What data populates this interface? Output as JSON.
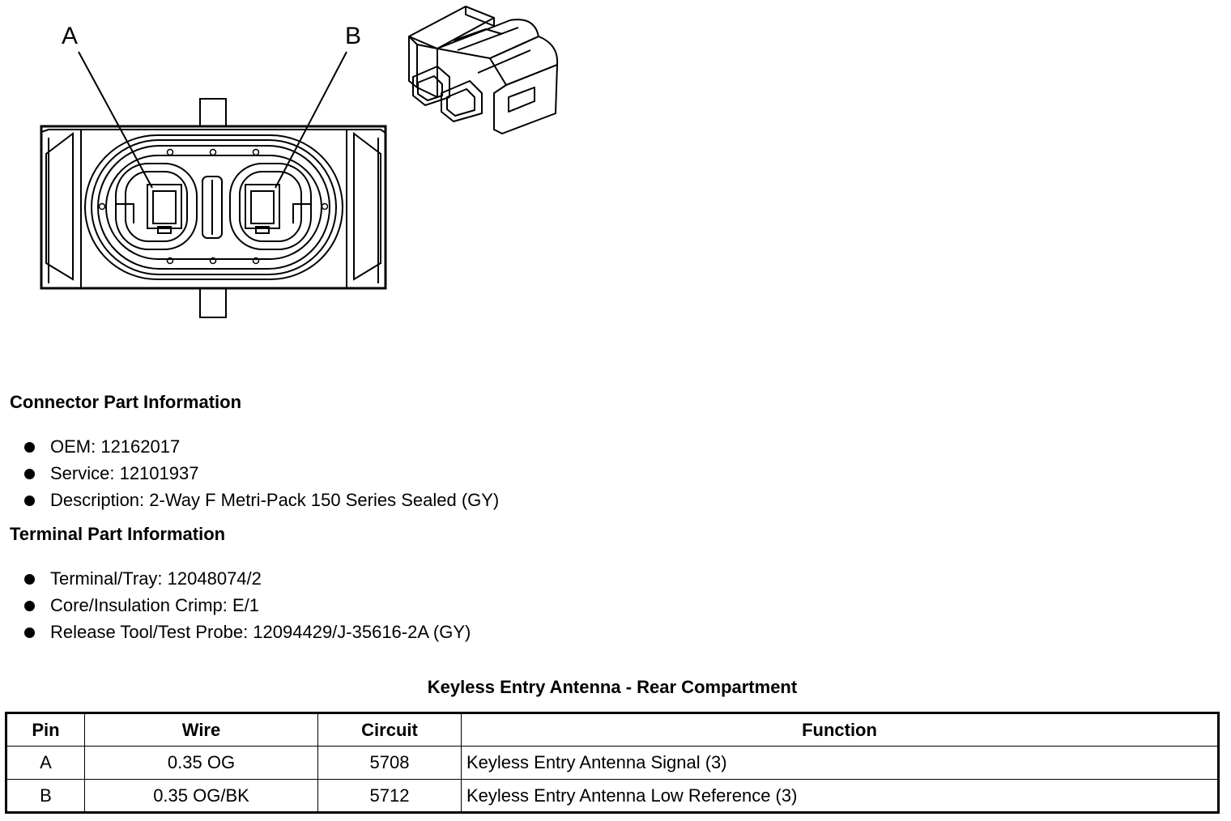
{
  "diagram": {
    "pin_labels": [
      "A",
      "B"
    ]
  },
  "connector_info": {
    "heading": "Connector Part Information",
    "items": [
      "OEM: 12162017",
      "Service: 12101937",
      "Description: 2-Way F Metri-Pack 150 Series Sealed (GY)"
    ]
  },
  "terminal_info": {
    "heading": "Terminal Part Information",
    "items": [
      "Terminal/Tray: 12048074/2",
      "Core/Insulation Crimp: E/1",
      "Release Tool/Test Probe: 12094429/J-35616-2A (GY)"
    ]
  },
  "table": {
    "title": "Keyless Entry Antenna - Rear Compartment",
    "headers": [
      "Pin",
      "Wire",
      "Circuit",
      "Function"
    ],
    "rows": [
      [
        "A",
        "0.35 OG",
        "5708",
        "Keyless Entry Antenna Signal (3)"
      ],
      [
        "B",
        "0.35 OG/BK",
        "5712",
        "Keyless Entry Antenna Low Reference (3)"
      ]
    ]
  }
}
